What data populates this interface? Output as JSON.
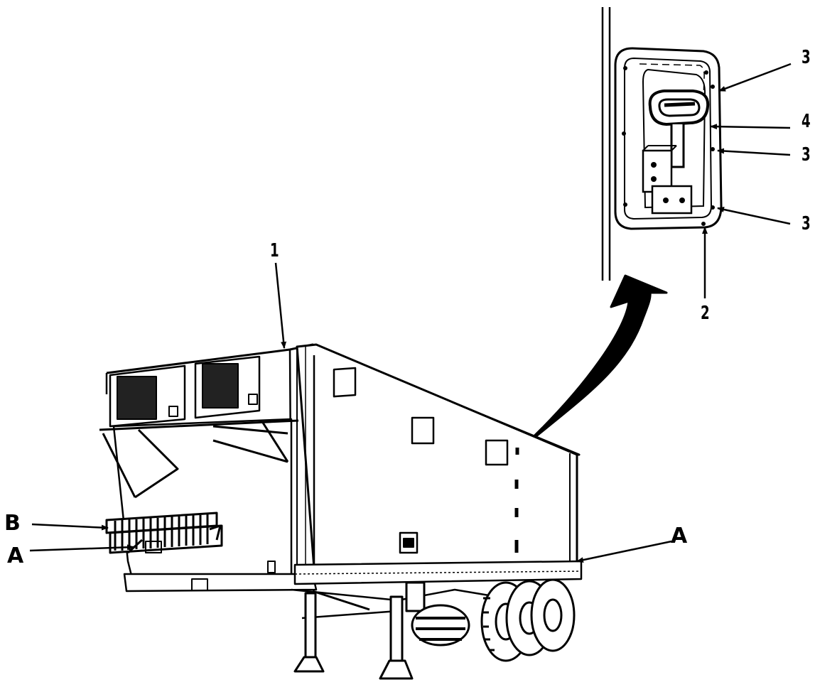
{
  "callouts": {
    "c1": "1",
    "c2": "2",
    "c3a": "3",
    "c3b": "3",
    "c3c": "3",
    "c4": "4",
    "a_right": "A",
    "a_left": "A",
    "b_left": "B"
  }
}
